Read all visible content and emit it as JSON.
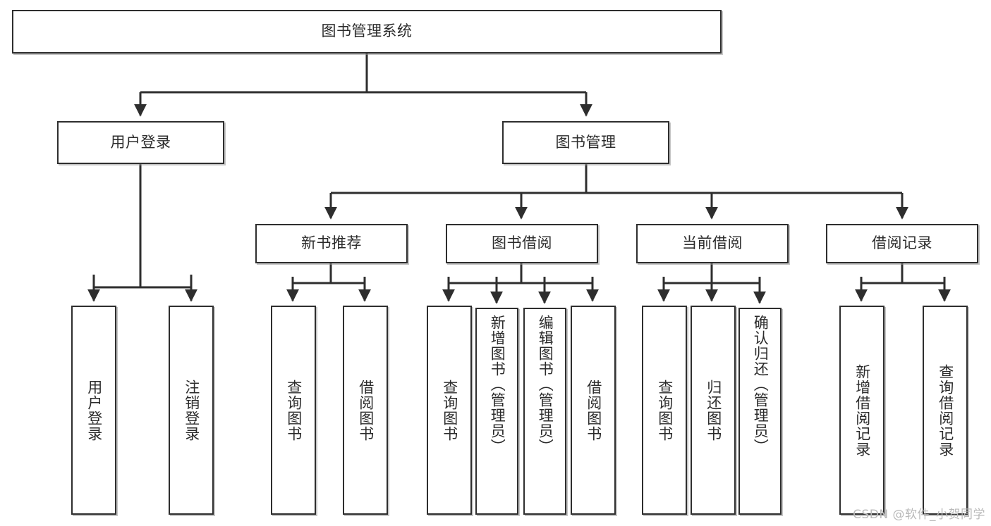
{
  "diagram": {
    "type": "tree",
    "title": "图书管理系统",
    "watermark": "CSDN @软件_小贺同学",
    "colors": {
      "background": "#ffffff",
      "box_border": "#2e2e2e",
      "box_fill": "#ffffff",
      "edge": "#2e2e2e",
      "text": "#2b2b2b",
      "watermark": "#b9b9b9"
    },
    "levels": [
      {
        "level": 1,
        "nodes": [
          {
            "id": "root",
            "label": "图书管理系统",
            "orientation": "horizontal"
          }
        ]
      },
      {
        "level": 2,
        "nodes": [
          {
            "id": "login",
            "label": "用户登录",
            "orientation": "horizontal",
            "parent": "root"
          },
          {
            "id": "bookmgmt",
            "label": "图书管理",
            "orientation": "horizontal",
            "parent": "root"
          }
        ]
      },
      {
        "level": 3,
        "nodes": [
          {
            "id": "newbook",
            "label": "新书推荐",
            "orientation": "horizontal",
            "parent": "bookmgmt"
          },
          {
            "id": "borrow",
            "label": "图书借阅",
            "orientation": "horizontal",
            "parent": "bookmgmt"
          },
          {
            "id": "current",
            "label": "当前借阅",
            "orientation": "horizontal",
            "parent": "bookmgmt"
          },
          {
            "id": "record",
            "label": "借阅记录",
            "orientation": "horizontal",
            "parent": "bookmgmt"
          }
        ]
      },
      {
        "level": 4,
        "nodes": [
          {
            "id": "leaf-1",
            "label": "用户登录",
            "orientation": "vertical",
            "parent": "login"
          },
          {
            "id": "leaf-2",
            "label": "注销登录",
            "orientation": "vertical",
            "parent": "login"
          },
          {
            "id": "leaf-3",
            "label": "查询图书",
            "orientation": "vertical",
            "parent": "newbook"
          },
          {
            "id": "leaf-4",
            "label": "借阅图书",
            "orientation": "vertical",
            "parent": "newbook"
          },
          {
            "id": "leaf-5",
            "label": "查询图书",
            "orientation": "vertical",
            "parent": "borrow"
          },
          {
            "id": "leaf-6",
            "label": "新增图书（管理员）",
            "orientation": "vertical",
            "parent": "borrow"
          },
          {
            "id": "leaf-7",
            "label": "编辑图书（管理员）",
            "orientation": "vertical",
            "parent": "borrow"
          },
          {
            "id": "leaf-8",
            "label": "借阅图书",
            "orientation": "vertical",
            "parent": "borrow"
          },
          {
            "id": "leaf-9",
            "label": "查询图书",
            "orientation": "vertical",
            "parent": "current"
          },
          {
            "id": "leaf-10",
            "label": "归还图书",
            "orientation": "vertical",
            "parent": "current"
          },
          {
            "id": "leaf-11",
            "label": "确认归还（管理员）",
            "orientation": "vertical",
            "parent": "current"
          },
          {
            "id": "leaf-12",
            "label": "新增借阅记录",
            "orientation": "vertical",
            "parent": "record"
          },
          {
            "id": "leaf-13",
            "label": "查询借阅记录",
            "orientation": "vertical",
            "parent": "record"
          }
        ]
      }
    ]
  }
}
